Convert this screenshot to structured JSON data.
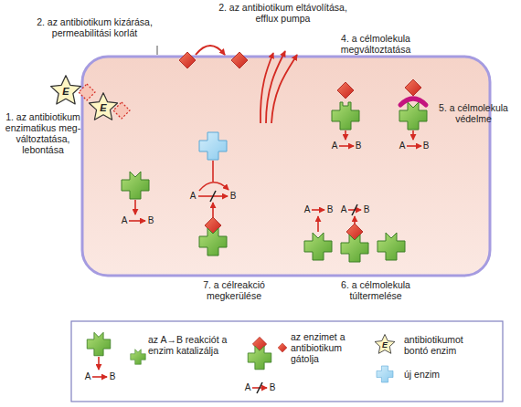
{
  "diagram": {
    "nodes": [
      {
        "text": [
          "E"
        ]
      },
      {
        "text": [
          "E"
        ]
      },
      {
        "text": [
          "E"
        ]
      }
    ],
    "labels": [
      "2. az antibiotikum eltávolítása, efflux pumpa",
      "2. az antibiotikum kizárása, permeabilitási korlát",
      "4. a célmolekula megváltoztatása",
      "1. az antibiotikum enzimatikus meg- változtatása, lebontása",
      "5. a célmolekula védelme",
      "A",
      "B",
      "A",
      "B",
      "A",
      "B",
      "A",
      "B",
      "A",
      "B",
      "A",
      "B",
      "7. a célreakció megkerülése",
      "6. a célmolekula túltermelése",
      "A",
      "B",
      "A",
      "B"
    ],
    "legend": [
      {
        "text": "az A→B reakciót a enzim katalizálja"
      },
      {
        "text": "az enzimet a antibiotikum gátolja"
      },
      {
        "text": "antibiotikumot bontó enzim"
      },
      {
        "text": "új enzim"
      }
    ]
  }
}
